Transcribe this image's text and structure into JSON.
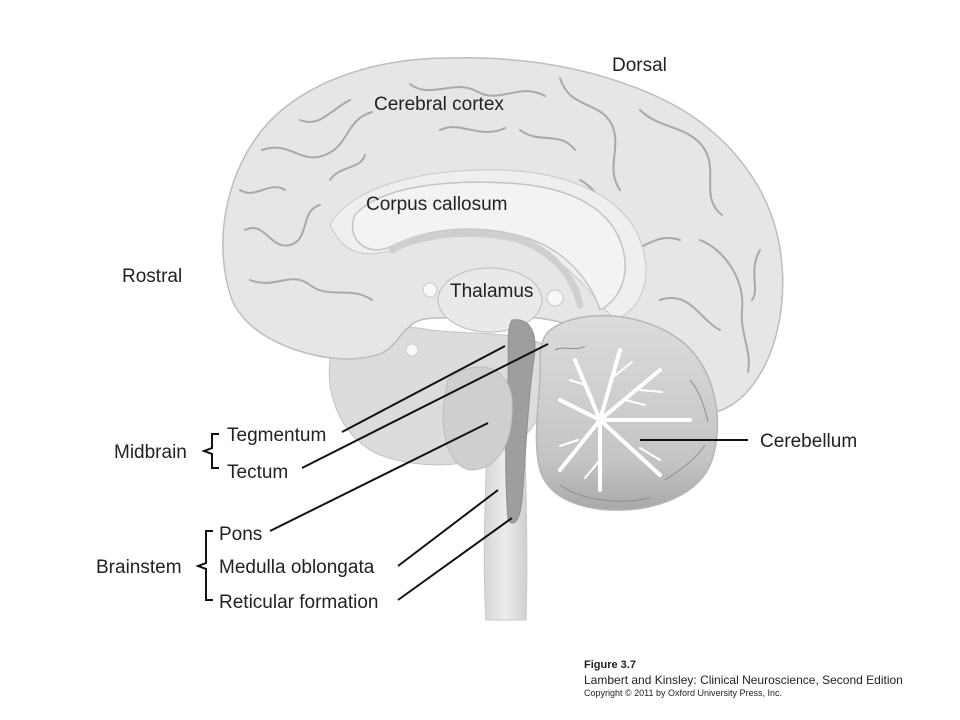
{
  "labels": {
    "dorsal": "Dorsal",
    "cerebral_cortex": "Cerebral cortex",
    "corpus_callosum": "Corpus callosum",
    "rostral": "Rostral",
    "thalamus": "Thalamus",
    "cerebellum": "Cerebellum",
    "tegmentum": "Tegmentum",
    "tectum": "Tectum",
    "pons": "Pons",
    "medulla_oblongata": "Medulla oblongata",
    "reticular_formation": "Reticular formation"
  },
  "groups": {
    "midbrain": "Midbrain",
    "brainstem": "Brainstem"
  },
  "caption": {
    "figure": "Figure 3.7",
    "book": "Lambert and Kinsley: Clinical Neuroscience, Second Edition",
    "copyright": "Copyright © 2011 by Oxford University Press, Inc."
  },
  "colors": {
    "tissue": "#e4e4e4",
    "tissue_light": "#eeeeee",
    "groove": "#9a9a9a",
    "deep": "#9d9d9d",
    "leader": "#111111",
    "text": "#222222"
  }
}
